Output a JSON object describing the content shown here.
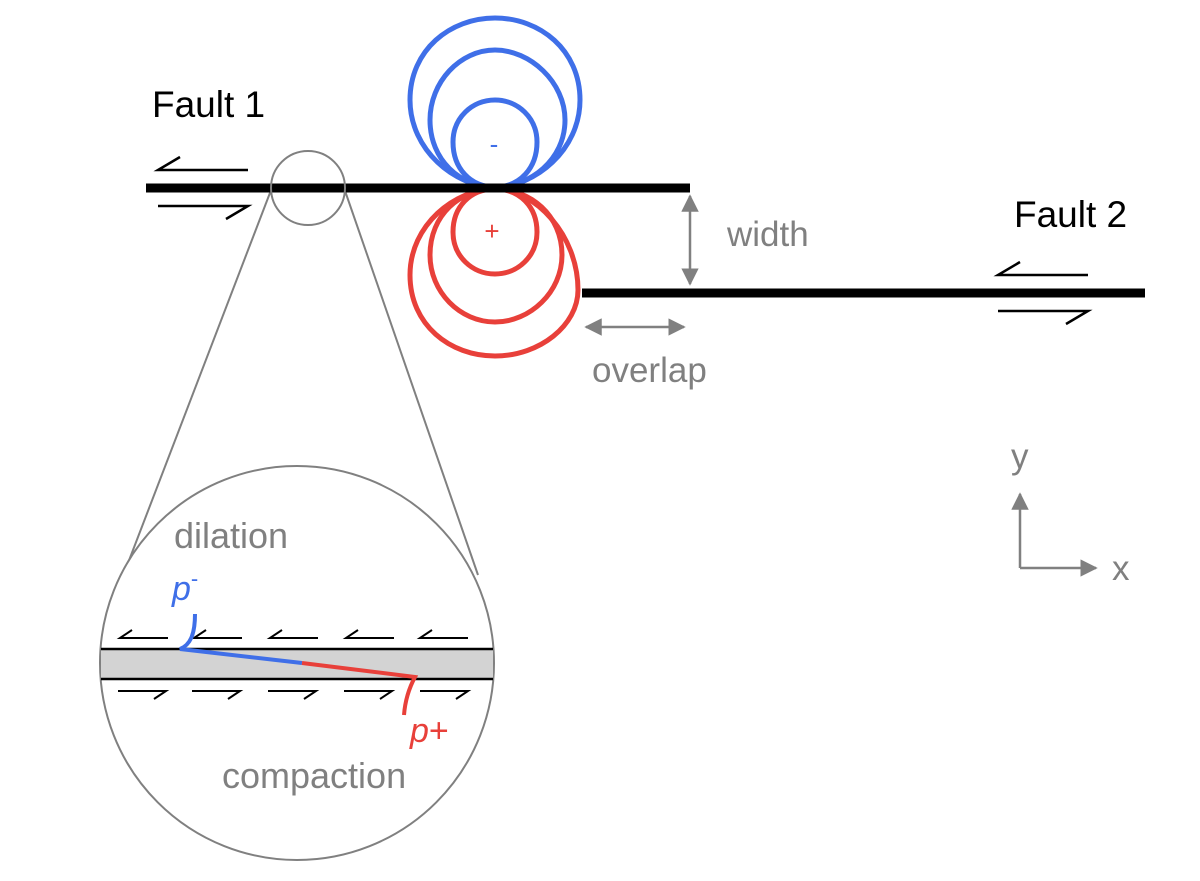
{
  "fault1": {
    "label": "Fault 1"
  },
  "fault2": {
    "label": "Fault 2"
  },
  "stress_lobes": {
    "negative_sign": "-",
    "positive_sign": "+"
  },
  "dimensions": {
    "width_label": "width",
    "overlap_label": "overlap"
  },
  "axes": {
    "y_label": "y",
    "x_label": "x"
  },
  "inset": {
    "top_label": "dilation",
    "bottom_label": "compaction",
    "p_minus": {
      "symbol": "p",
      "sign": "-"
    },
    "p_plus": {
      "symbol": "p",
      "sign": "+"
    }
  },
  "colors": {
    "fault": "#000000",
    "annotation": "#808080",
    "negative": "#3f6fe8",
    "positive": "#e8403a",
    "fault_zone_fill": "#d3d3d3"
  }
}
